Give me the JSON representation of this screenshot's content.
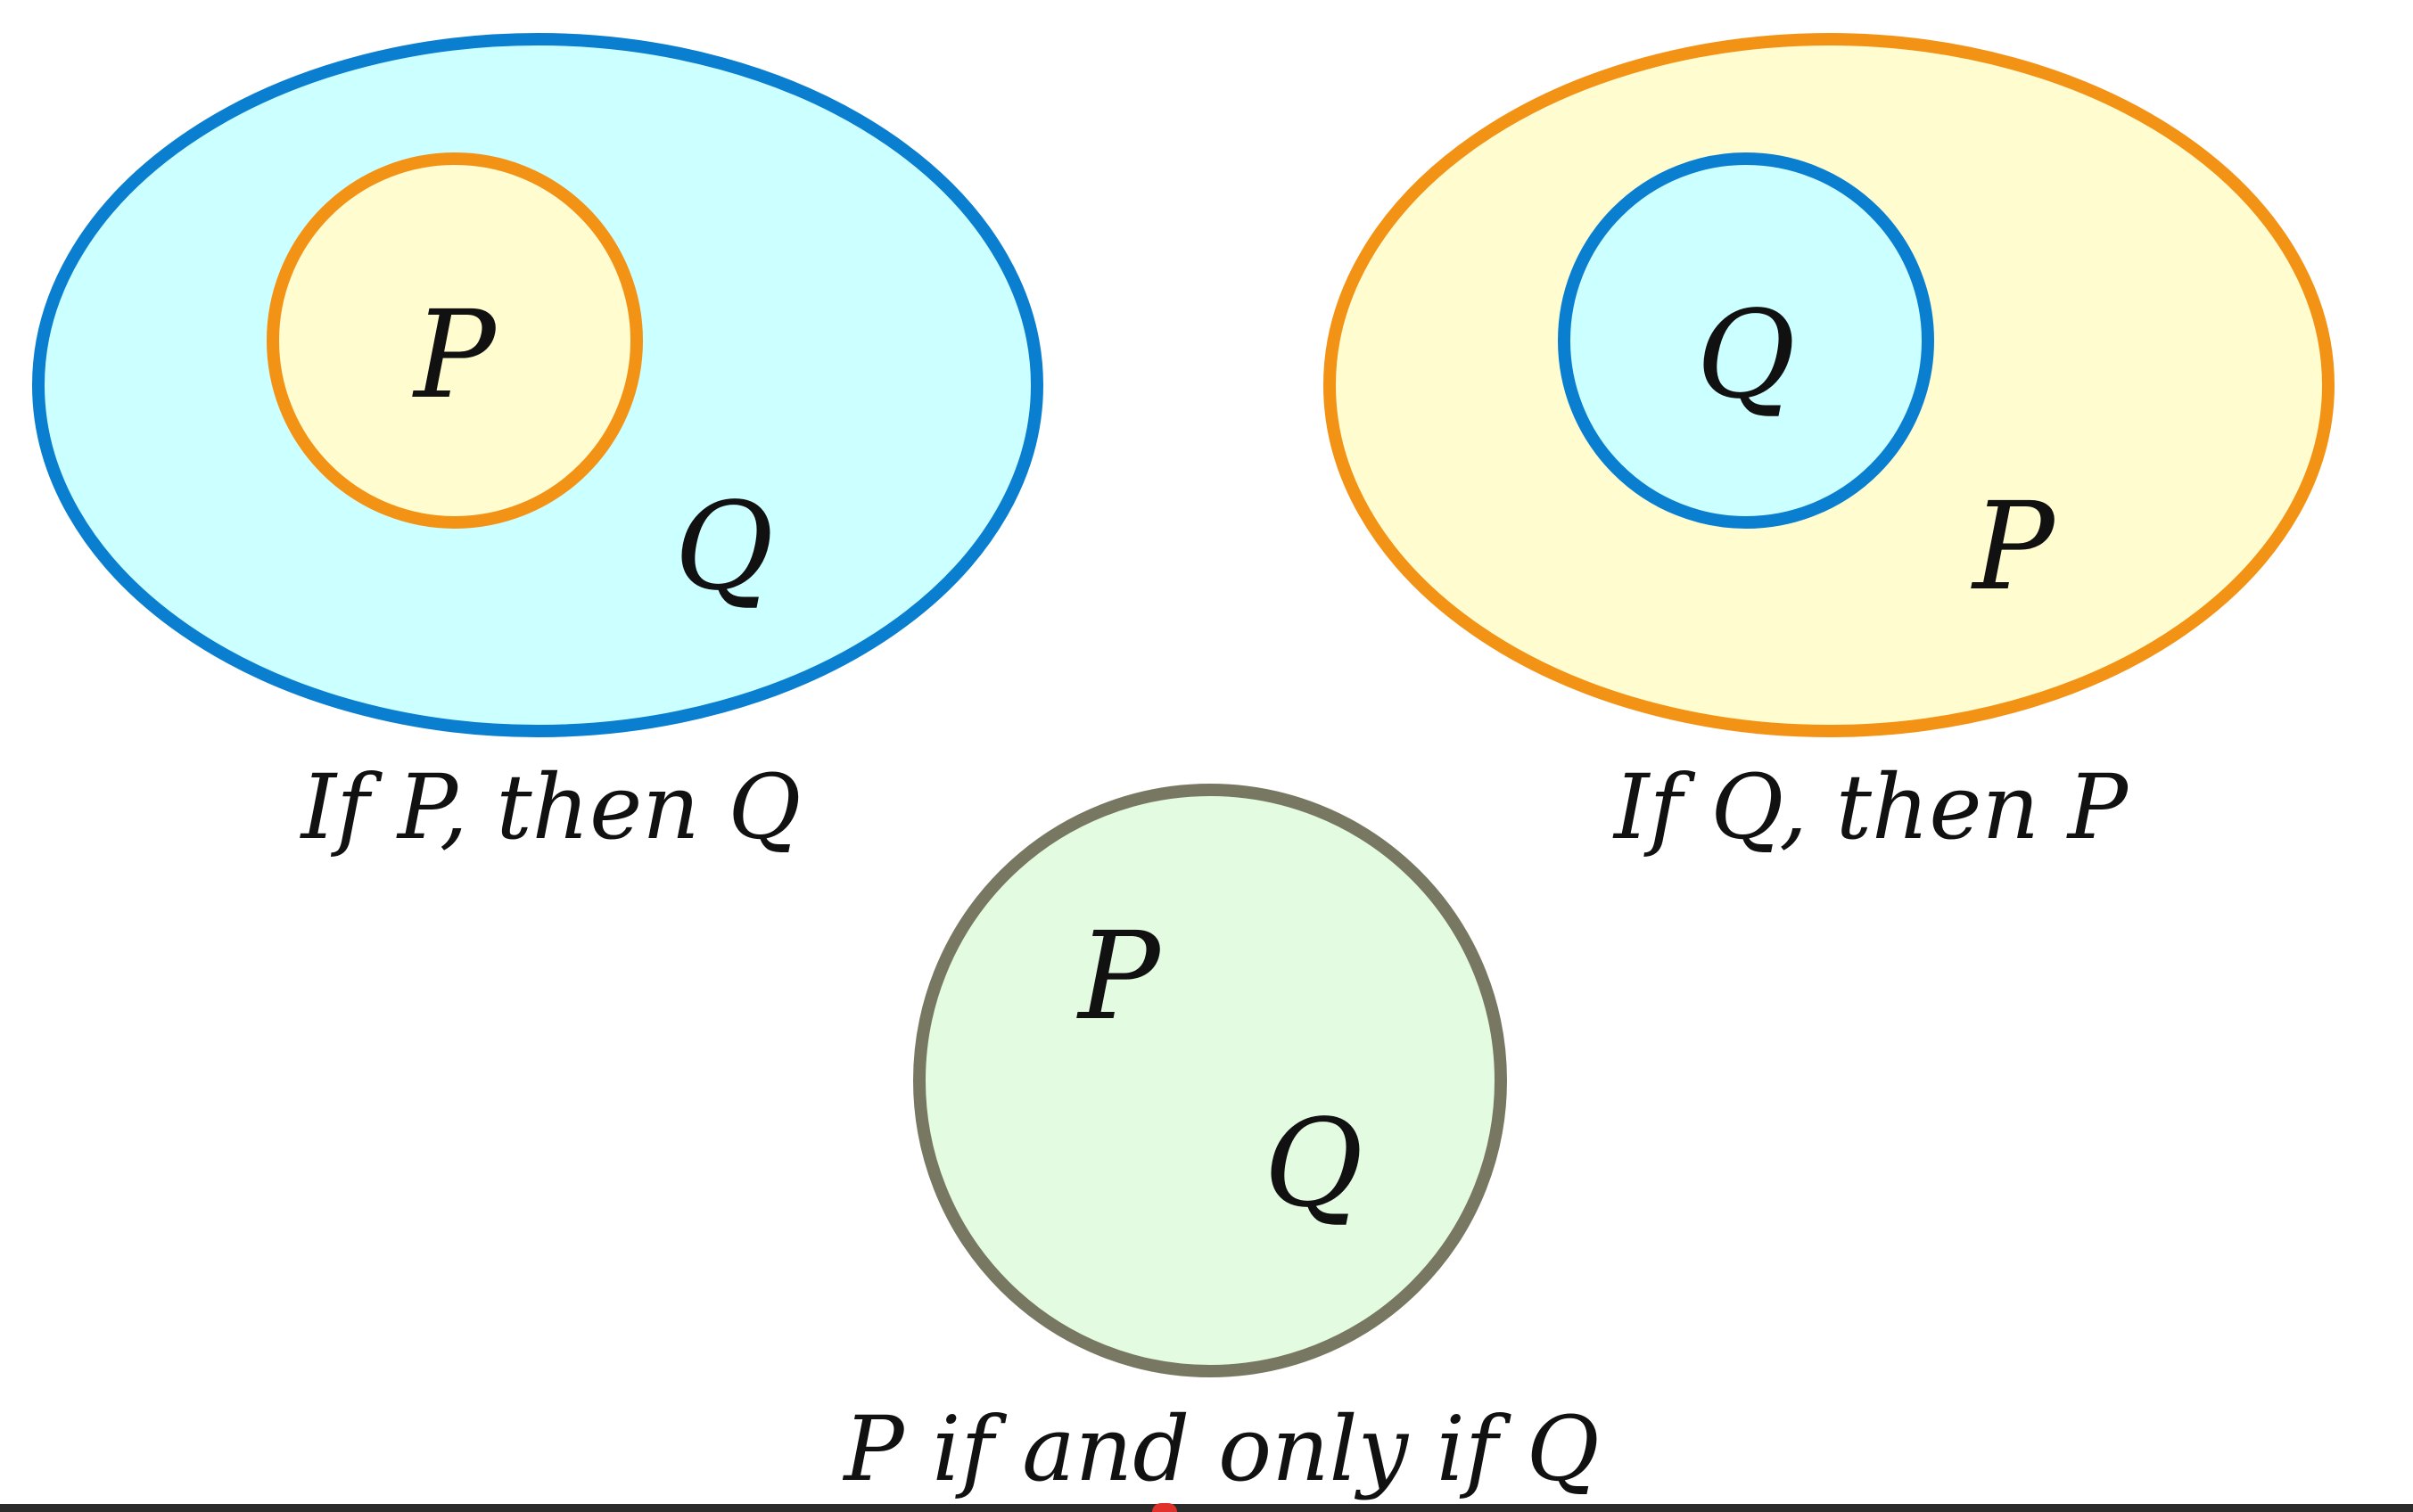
{
  "colors": {
    "blue_stroke": "#0a7fd0",
    "blue_fill": "#ccffff",
    "orange_stroke": "#f39316",
    "yellow_fill": "#fffdd0",
    "olive_stroke": "#787862",
    "green_fill": "#e3fce1",
    "text": "#111111"
  },
  "diagrams": [
    {
      "inner_label": "P",
      "outer_label": "Q",
      "caption": "If P, then Q"
    },
    {
      "inner_label": "Q",
      "outer_label": "P",
      "caption": "If Q, then P"
    },
    {
      "label_p": "P",
      "label_q": "Q",
      "caption": "P if and only if Q"
    }
  ]
}
